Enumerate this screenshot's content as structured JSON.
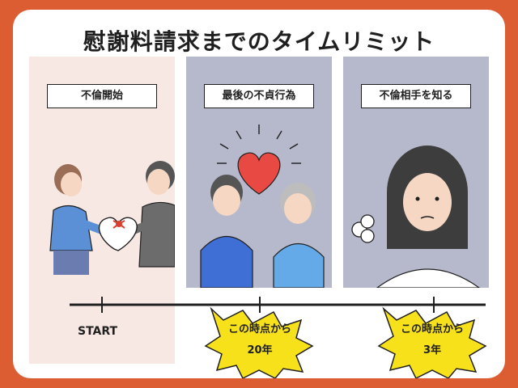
{
  "title": "慰謝料請求までのタイムリミット",
  "panels": [
    {
      "label": "不倫開始"
    },
    {
      "label": "最後の不貞行為"
    },
    {
      "label": "不倫相手を知る"
    }
  ],
  "timeline": {
    "start_label": "START",
    "markers": [
      {
        "line1": "この時点から",
        "line2": "20年"
      },
      {
        "line1": "この時点から",
        "line2": "3年"
      }
    ]
  },
  "colors": {
    "background": "#dd5d33",
    "panel_pink": "#f7e8e4",
    "panel_gray": "#b6b8cb",
    "burst_yellow": "#f7e11b",
    "heart_red": "#e84a43"
  }
}
